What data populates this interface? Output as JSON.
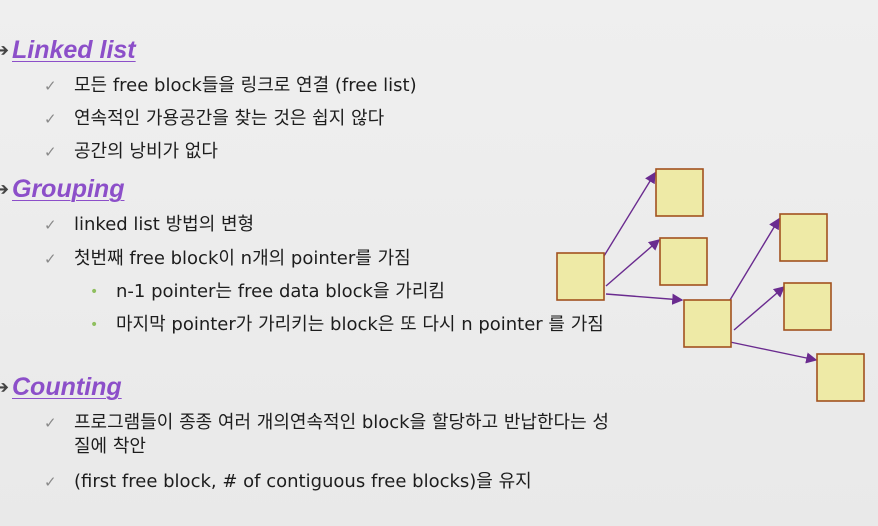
{
  "sections": {
    "linked": {
      "title": "Linked list",
      "items": [
        "모든 free block들을 링크로 연결 (free list)",
        "연속적인 가용공간을 찾는 것은 쉽지 않다",
        "공간의 낭비가 없다"
      ]
    },
    "grouping": {
      "title": "Grouping",
      "items": [
        "linked list 방법의 변형",
        "첫번째 free block이 n개의 pointer를 가짐"
      ],
      "subitems": [
        "n-1 pointer는 free data block을 가리킴",
        "마지막 pointer가 가리키는 block은 또 다시 n pointer 를 가짐"
      ]
    },
    "counting": {
      "title": "Counting",
      "items": [
        "프로그램들이 종종 여러 개의연속적인 block을 할당하고 반납한다는 성질에 착안",
        "(first free block, # of contiguous free blocks)을 유지"
      ]
    }
  },
  "colors": {
    "heading": "#8c4fc9",
    "block_fill": "#eeeaa6",
    "block_border": "#a2521f",
    "arrow": "#6a2b8f",
    "check": "#8a8a8a",
    "bullet": "#8fbf5f"
  }
}
